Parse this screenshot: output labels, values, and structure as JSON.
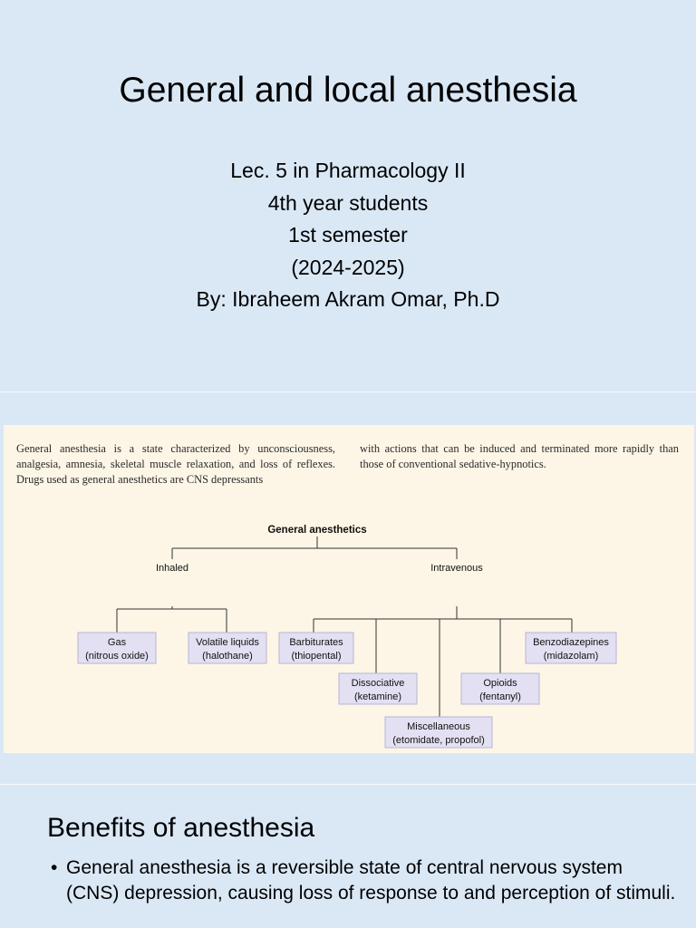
{
  "slide1": {
    "title": "General and local anesthesia",
    "lines": [
      "Lec. 5 in Pharmacology II",
      "4th year students",
      "1st semester",
      "(2024-2025)",
      "By: Ibraheem Akram Omar, Ph.D"
    ]
  },
  "slide2": {
    "paragraph_left": "General anesthesia is a state characterized by unconsciousness, analgesia, amnesia, skeletal muscle relaxation, and loss of reflexes. Drugs used as general anesthetics are CNS depressants",
    "paragraph_right": "with actions that can be induced and terminated more rapidly than those of conventional sedative-hypnotics.",
    "diagram": {
      "root": "General anesthetics",
      "inhaled": "Inhaled",
      "intravenous": "Intravenous",
      "gas": [
        "Gas",
        "(nitrous oxide)"
      ],
      "volatile": [
        "Volatile liquids",
        "(halothane)"
      ],
      "barbiturates": [
        "Barbiturates",
        "(thiopental)"
      ],
      "dissociative": [
        "Dissociative",
        "(ketamine)"
      ],
      "miscellaneous": [
        "Miscellaneous",
        "(etomidate, propofol)"
      ],
      "opioids": [
        "Opioids",
        "(fentanyl)"
      ],
      "benzodiazepines": [
        "Benzodiazepines",
        "(midazolam)"
      ]
    }
  },
  "slide3": {
    "heading": "Benefits of anesthesia",
    "bullet": "General anesthesia is a reversible state of central nervous system (CNS) depression, causing loss of response to and perception of stimuli."
  },
  "colors": {
    "slide_bg": "#dae8f6",
    "excerpt_bg": "#fdf6e6",
    "node_fill": "#e2e0f2",
    "node_stroke": "#b8b4d6"
  }
}
